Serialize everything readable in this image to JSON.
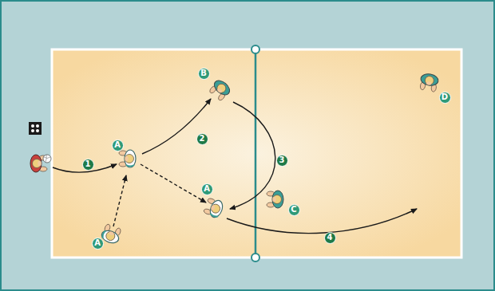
{
  "diagram": {
    "nodes": [
      {
        "text": [
          "B"
        ]
      },
      {
        "text": [
          "D"
        ]
      },
      {
        "text": [
          "2"
        ]
      },
      {
        "text": [
          "A"
        ]
      },
      {
        "text": [
          "3"
        ]
      },
      {
        "text": [
          "1"
        ]
      },
      {
        "text": [
          "A"
        ]
      },
      {
        "text": [
          "C"
        ]
      },
      {
        "text": [
          "4"
        ]
      },
      {
        "text": [
          "A"
        ]
      }
    ]
  }
}
